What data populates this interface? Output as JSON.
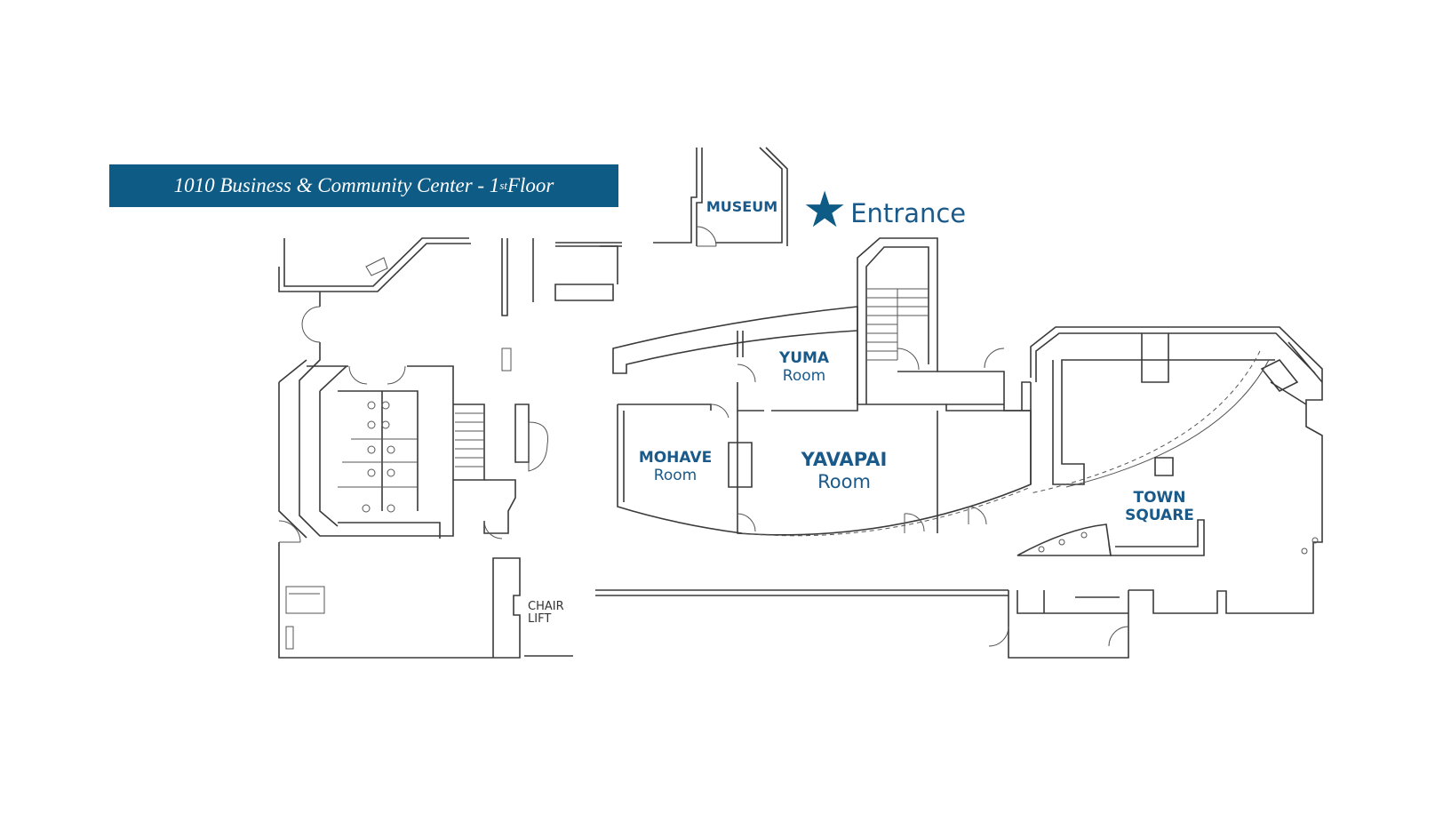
{
  "map": {
    "title_main": "1010 Business & Community Center - 1",
    "title_sup": "st",
    "title_end": " Floor",
    "entrance_label": "Entrance",
    "entrance_icon": "star-icon",
    "accent_color": "#0e5b86",
    "rooms": {
      "museum": "MUSEUM",
      "yuma_name": "YUMA",
      "yuma_sub": "Room",
      "mohave_name": "MOHAVE",
      "mohave_sub": "Room",
      "yavapai_name": "YAVAPAI",
      "yavapai_sub": "Room",
      "town_1": "TOWN",
      "town_2": "SQUARE"
    },
    "chair_lift_1": "CHAIR",
    "chair_lift_2": "LIFT"
  }
}
